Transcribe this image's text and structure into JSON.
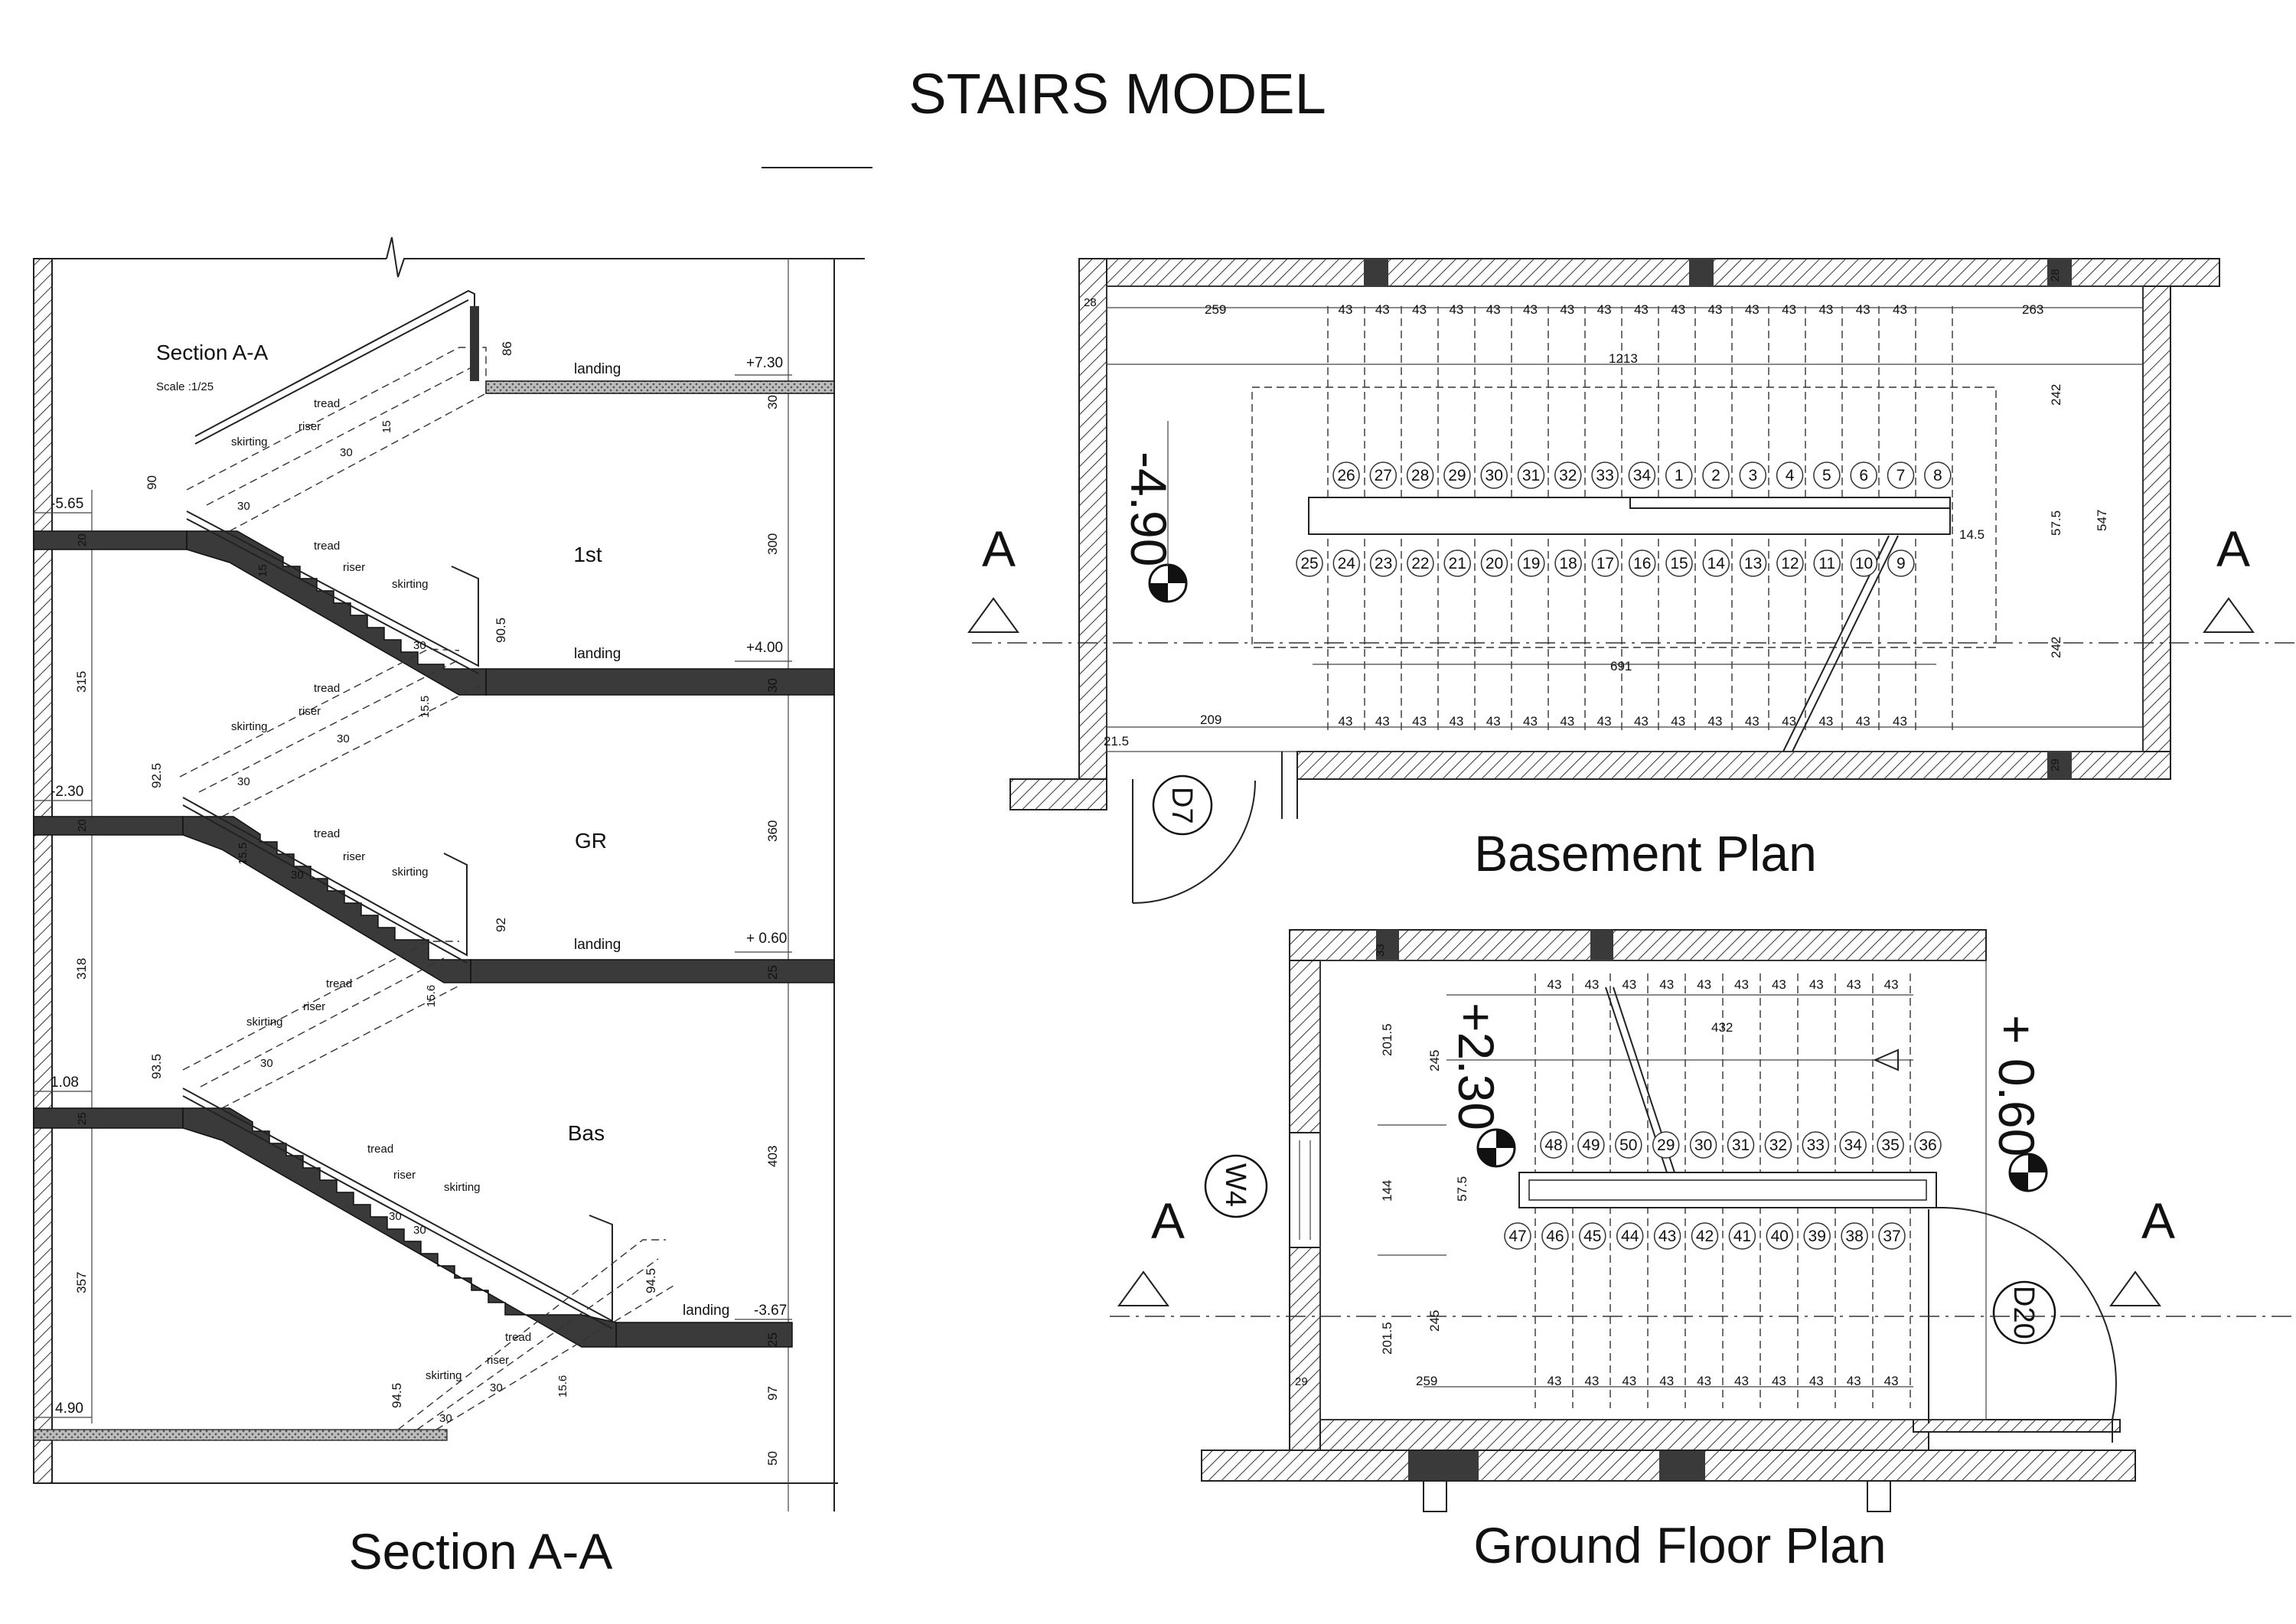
{
  "title": "STAIRS MODEL",
  "section": {
    "caption": "Section A-A",
    "inner_title": "Section A-A",
    "scale": "Scale :1/25",
    "floors": [
      "1st",
      "GR",
      "Bas"
    ],
    "levels": {
      "top": "+7.30",
      "first": "+4.00",
      "ground": "+ 0.60",
      "basement": "-3.67",
      "left_1": "-5.65",
      "left_2": "-2.30",
      "left_3": "1.08",
      "left_4": "4.90"
    },
    "words": {
      "landing": "landing",
      "tread": "tread",
      "riser": "riser",
      "skirting": "skirting"
    },
    "left_dims": [
      "90",
      "315",
      "92.5",
      "318",
      "93.5",
      "357",
      "94.5"
    ],
    "right_dims": [
      "86",
      "30",
      "300",
      "30",
      "360",
      "25",
      "403",
      "25",
      "97",
      "50"
    ],
    "flight_dims": [
      "90.5",
      "92",
      "94.5"
    ],
    "slab_thk": [
      "20",
      "20",
      "25"
    ],
    "stair_dims": [
      "30",
      "15",
      "15.5",
      "15.6"
    ]
  },
  "basement": {
    "caption": "Basement Plan",
    "level": "-4.90",
    "door": "D7",
    "section_mark": "A",
    "top_dims": [
      "259",
      "43",
      "263"
    ],
    "overall_dim": "1213",
    "bottom_dims": [
      "209",
      "43"
    ],
    "mid_dim": "691",
    "side_dims": [
      "242",
      "57.5",
      "547",
      "242",
      "14.5",
      "21.5"
    ],
    "corner_dims": [
      "28",
      "28",
      "29"
    ],
    "upper_steps": [
      "26",
      "27",
      "28",
      "29",
      "30",
      "31",
      "32",
      "33",
      "34",
      "1",
      "2",
      "3",
      "4",
      "5",
      "6",
      "7",
      "8"
    ],
    "lower_steps": [
      "25",
      "24",
      "23",
      "22",
      "21",
      "20",
      "19",
      "18",
      "17",
      "16",
      "15",
      "14",
      "13",
      "12",
      "11",
      "10",
      "9"
    ]
  },
  "ground": {
    "caption": "Ground Floor Plan",
    "level_left": "+2.30",
    "level_right": "+ 0.60",
    "window": "W4",
    "door": "D20",
    "section_mark": "A",
    "tread_dim": "43",
    "mid_dim": "432",
    "side_dims": [
      "201.5",
      "245",
      "144",
      "57.5",
      "245",
      "201.5"
    ],
    "bottom_dim": "259",
    "corner_dims": [
      "33",
      "29"
    ],
    "upper_steps": [
      "48",
      "49",
      "50",
      "29",
      "30",
      "31",
      "32",
      "33",
      "34",
      "35",
      "36"
    ],
    "lower_steps": [
      "47",
      "46",
      "45",
      "44",
      "43",
      "42",
      "41",
      "40",
      "39",
      "38",
      "37"
    ]
  }
}
